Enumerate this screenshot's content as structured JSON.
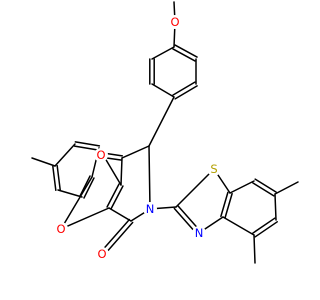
{
  "diagram": {
    "type": "chemical-structure",
    "colors": {
      "bond": "#000000",
      "carbon": "#000000",
      "oxygen": "#ff0000",
      "nitrogen": "#0000ff",
      "sulfur": "#b3a000",
      "background": "#ffffff"
    },
    "atom_labels": {
      "methoxy_O": "O",
      "ketone_O": "O",
      "lactam_O": "O",
      "ring_O": "O",
      "lactam_N": "N",
      "thiazole_N": "N",
      "thiazole_S": "S"
    }
  }
}
